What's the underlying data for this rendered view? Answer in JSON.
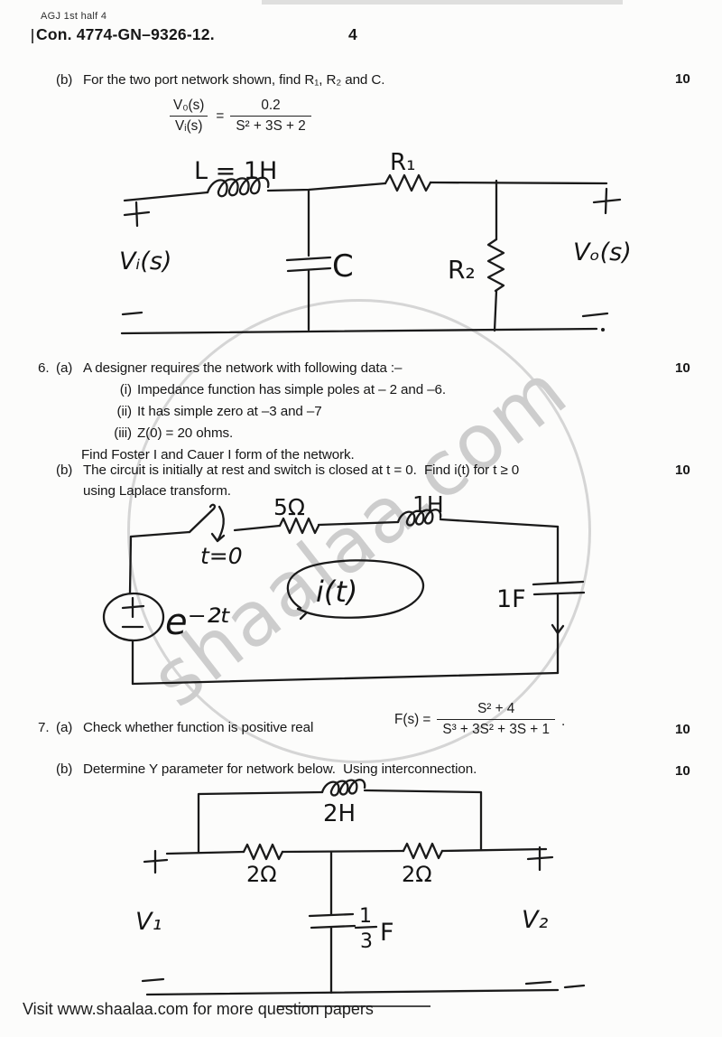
{
  "header": {
    "corner_note": "AGJ 1st half 4",
    "paper_code": "Con. 4774-GN–9326-12.",
    "page_number": "4"
  },
  "watermark": {
    "text": "shaalaa.com"
  },
  "footer": {
    "text": "Visit www.shaalaa.com for more question papers"
  },
  "q5b": {
    "label": "(b)",
    "text": "For the two port network shown, find R₁, R₂ and C.",
    "marks": "10",
    "formula": {
      "num_left": "V₀(s)",
      "den_left": "Vᵢ(s)",
      "eq": "=",
      "num_right": "0.2",
      "den_right": "S² + 3S + 2"
    }
  },
  "q6": {
    "number": "6.",
    "a_label": "(a)",
    "a_text": "A designer requires the network with following data :–",
    "a_marks": "10",
    "items": [
      {
        "label": "(i)",
        "text": "Impedance function has simple poles at – 2 and –6."
      },
      {
        "label": "(ii)",
        "text": "It has simple zero at –3 and –7"
      },
      {
        "label": "(iii)",
        "text": "Z(0) = 20 ohms."
      }
    ],
    "a_closing": "Find Foster I and Cauer I form of the network.",
    "b_label": "(b)",
    "b_text": "The circuit is initially at rest and switch is closed at t = 0.  Find i(t) for t ≥ 0",
    "b_text2": "using Laplace transform.",
    "b_marks": "10"
  },
  "q7": {
    "number": "7.",
    "a_label": "(a)",
    "a_text": "Check whether function is positive real",
    "a_marks": "10",
    "a_formula": {
      "lhs": "F(s) =",
      "num": "S² + 4",
      "den": "S³ + 3S² + 3S + 1",
      "period": "."
    },
    "b_label": "(b)",
    "b_text": "Determine Y parameter for network below.  Using interconnection.",
    "b_marks": "10"
  },
  "circuit1": {
    "inductor_label": "L = 1H",
    "r1_label": "R₁",
    "r2_label": "R₂",
    "capacitor_label": "C",
    "input_label": "Vᵢ(s)",
    "output_label": "Vₒ(s)"
  },
  "circuit2": {
    "switch_label": "t=0",
    "source_label": "e⁻²ᵗ",
    "resistor_label": "5Ω",
    "inductor_label": "1H",
    "capacitor_label": "1F",
    "loop_label": "i(t)"
  },
  "circuit3": {
    "inductor_label": "2H",
    "r_left_label": "2Ω",
    "r_right_label": "2Ω",
    "cap_num": "1",
    "cap_den": "3",
    "cap_unit": "F",
    "port1_label": "V₁",
    "port2_label": "V₂"
  }
}
